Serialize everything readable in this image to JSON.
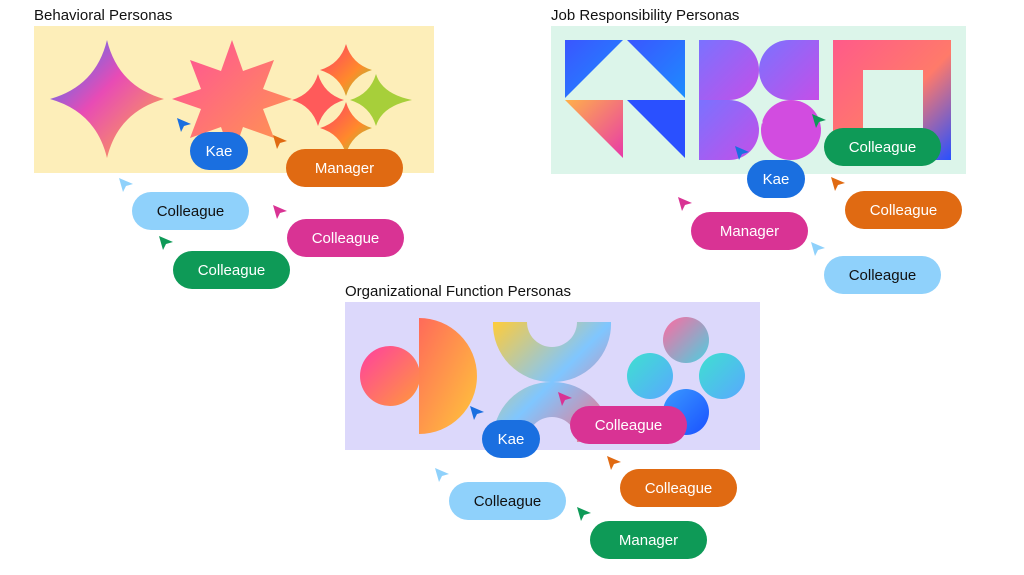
{
  "sections": {
    "behavioral": {
      "title": "Behavioral Personas",
      "bg": "#fdeeb9"
    },
    "job": {
      "title": "Job Responsibility Personas",
      "bg": "#dcf5ea"
    },
    "org": {
      "title": "Organizational Function Personas",
      "bg": "#dcd8fb"
    }
  },
  "colors": {
    "blue": "#1a6fe0",
    "orange": "#e06a12",
    "magenta": "#d93394",
    "green": "#0e9a57",
    "light_blue": "#8fd1fb"
  },
  "users": {
    "behavioral": {
      "kae": "Kae",
      "manager": "Manager",
      "colleague_light": "Colleague",
      "colleague_magenta": "Colleague",
      "colleague_green": "Colleague"
    },
    "job": {
      "colleague_green": "Colleague",
      "kae": "Kae",
      "colleague_orange": "Colleague",
      "manager": "Manager",
      "colleague_light": "Colleague"
    },
    "org": {
      "kae": "Kae",
      "colleague_magenta": "Colleague",
      "colleague_orange": "Colleague",
      "colleague_light": "Colleague",
      "manager": "Manager"
    }
  }
}
